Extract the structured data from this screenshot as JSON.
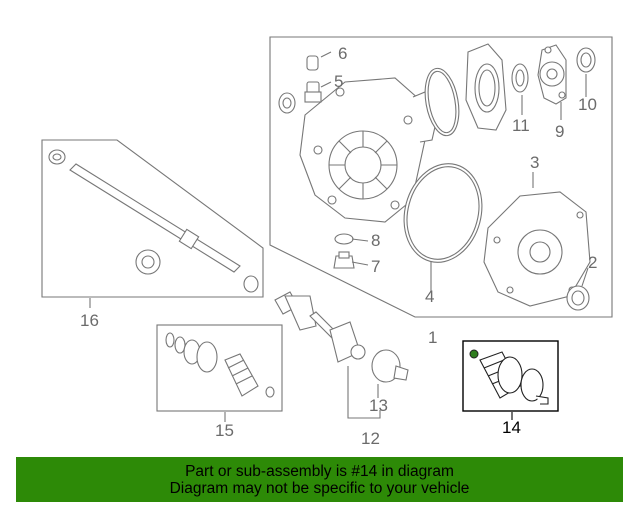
{
  "callouts": {
    "c1": "1",
    "c2": "2",
    "c3": "3",
    "c4": "4",
    "c5": "5",
    "c6": "6",
    "c7": "7",
    "c8": "8",
    "c9": "9",
    "c10": "10",
    "c11": "11",
    "c12": "12",
    "c13": "13",
    "c14": "14",
    "c15": "15",
    "c16": "16"
  },
  "banner": {
    "line1": "Part or sub-assembly is #14 in diagram",
    "line2": "Diagram may not be specific to your vehicle"
  },
  "colors": {
    "banner_bg": "#2d8a07",
    "highlight_box": "#000000",
    "line_art": "#777777"
  }
}
